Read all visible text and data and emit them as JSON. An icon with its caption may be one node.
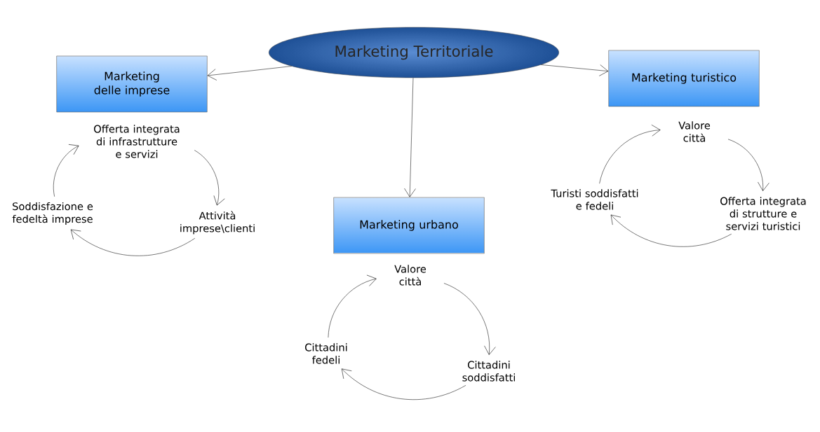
{
  "diagram": {
    "nodes": [
      {
        "text": [
          "Marketing Territoriale"
        ]
      },
      {
        "text": [
          "Marketing delle imprese"
        ]
      },
      {
        "text": [
          "Marketing urbano"
        ]
      },
      {
        "text": [
          "Marketing turistico"
        ]
      },
      {
        "text": [
          "Offerta integrata di infrastrutture e servizi"
        ]
      },
      {
        "text": [
          "Attività imprese\\clienti"
        ]
      },
      {
        "text": [
          "Soddisfazione e fedeltà imprese"
        ]
      },
      {
        "text": [
          "Valore città"
        ]
      },
      {
        "text": [
          "Cittadini soddisfatti"
        ]
      },
      {
        "text": [
          "Cittadini fedeli"
        ]
      },
      {
        "text": [
          "Valore città"
        ]
      },
      {
        "text": [
          "Offerta integrata di strutture e servizi turistici"
        ]
      },
      {
        "text": [
          "Turisti soddisfatti e fedeli"
        ]
      }
    ],
    "edges": [
      {
        "from": 0,
        "to": 1,
        "arrow": "to"
      },
      {
        "from": 0,
        "to": 2,
        "arrow": "to"
      },
      {
        "from": 0,
        "to": 3,
        "arrow": "to"
      },
      {
        "from": 4,
        "to": 5,
        "arrow": "to"
      },
      {
        "from": 5,
        "to": 6,
        "arrow": "to"
      },
      {
        "from": 6,
        "to": 4,
        "arrow": "to"
      },
      {
        "from": 7,
        "to": 8,
        "arrow": "to"
      },
      {
        "from": 8,
        "to": 9,
        "arrow": "to"
      },
      {
        "from": 9,
        "to": 7,
        "arrow": "to"
      },
      {
        "from": 10,
        "to": 11,
        "arrow": "to"
      },
      {
        "from": 11,
        "to": 12,
        "arrow": "to"
      },
      {
        "from": 12,
        "to": 10,
        "arrow": "to"
      }
    ]
  }
}
